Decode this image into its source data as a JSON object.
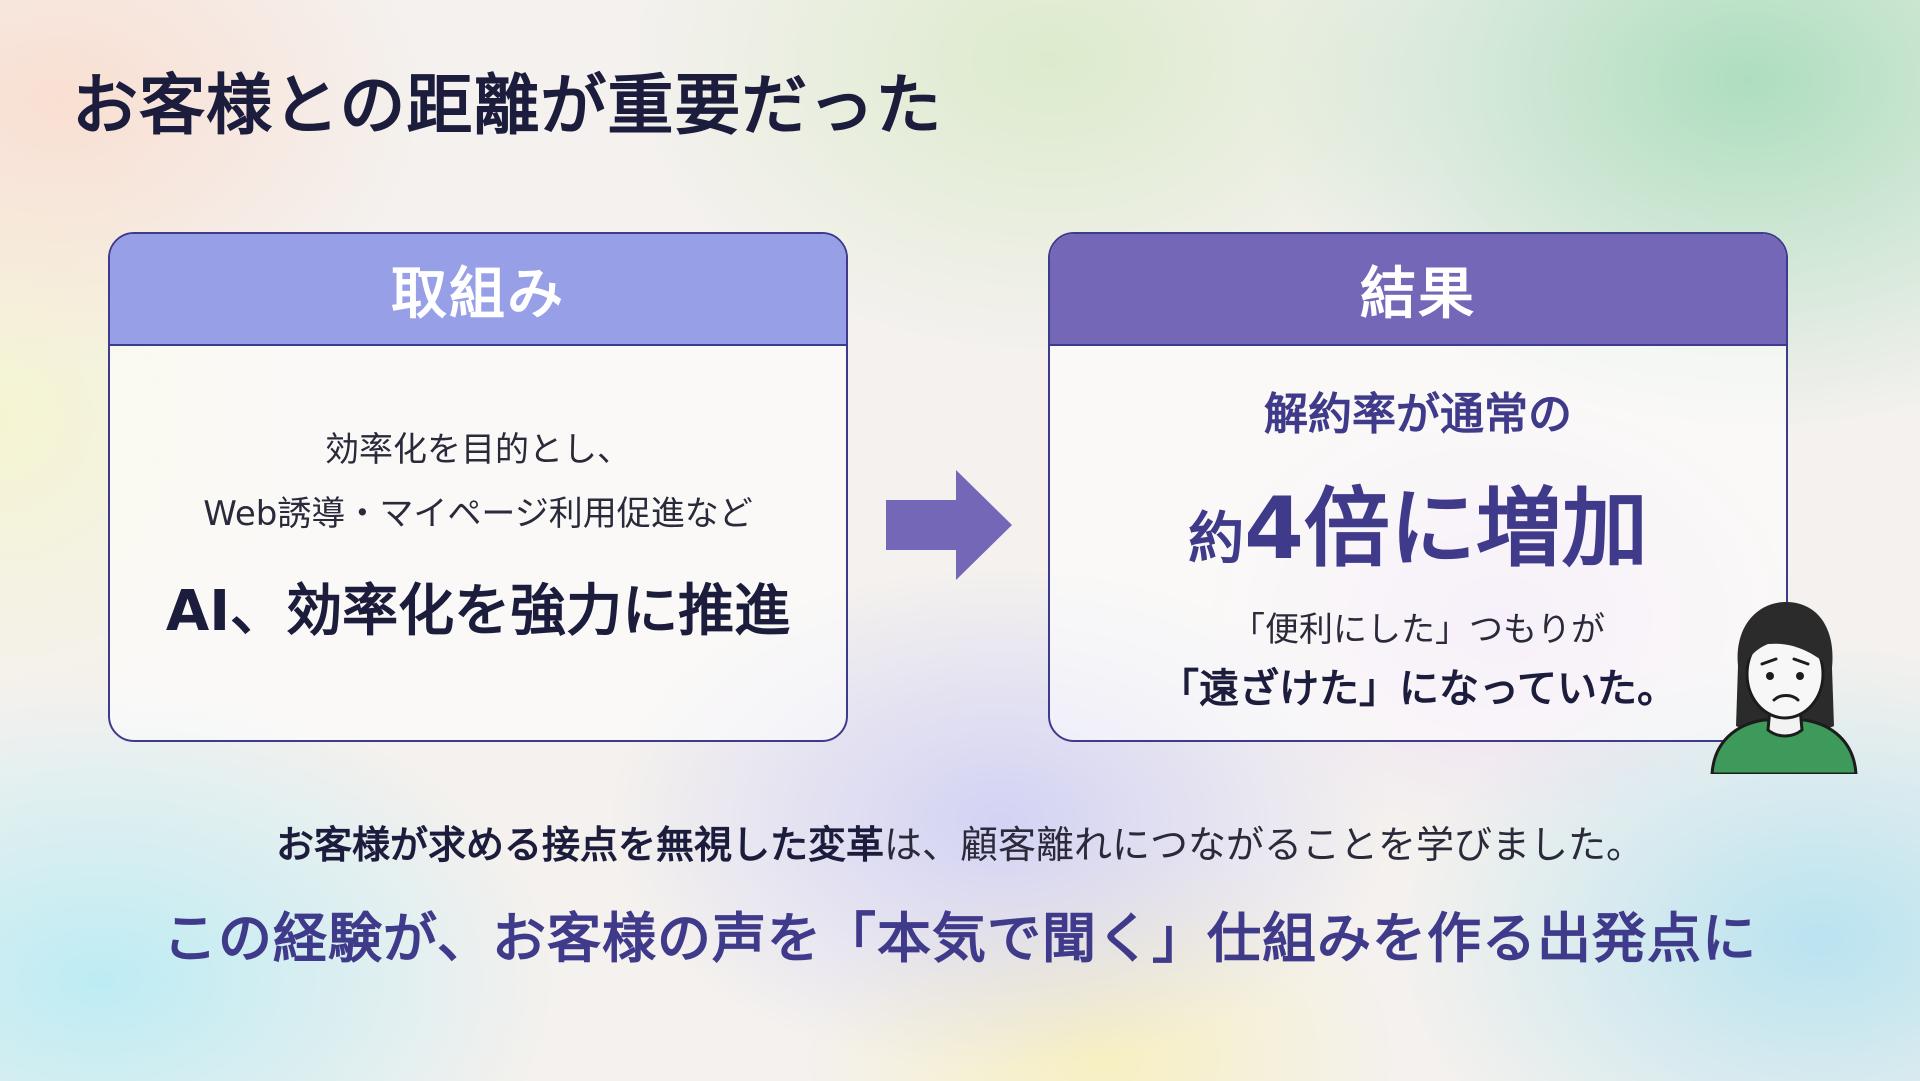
{
  "title": "お客様との距離が重要だった",
  "initiative": {
    "header": "取組み",
    "line1": "効率化を目的とし、",
    "line2": "Web誘導・マイページ利用促進など",
    "emphasis": "AI、効率化を強力に推進"
  },
  "result": {
    "header": "結果",
    "line1": "解約率が通常の",
    "big_prefix": "約",
    "big_number": "4倍に増加",
    "line3": "「便利にした」つもりが",
    "line4": "「遠ざけた」になっていた。"
  },
  "summary": {
    "bold_part": "お客様が求める接点を無視した変革",
    "rest_part": "は、顧客離れにつながることを学びました。",
    "conclusion": "この経験が、お客様の声を「本気で聞く」仕組みを作る出発点に"
  },
  "colors": {
    "accent": "#3f3a8a",
    "left_header": "#97a0e6",
    "right_header": "#7567b8",
    "border": "#3e3a8e",
    "arrow": "#7567b8"
  },
  "icons": {
    "arrow": "right-arrow-icon",
    "person": "worried-woman-icon"
  }
}
